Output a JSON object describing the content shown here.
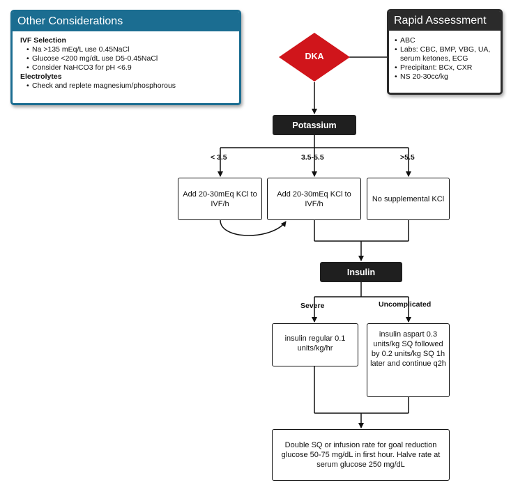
{
  "other": {
    "title": "Other Considerations",
    "sections": [
      {
        "heading": "IVF Selection",
        "items": [
          "Na >135 mEq/L use 0.45NaCl",
          "Glucose <200 mg/dL use D5-0.45NaCl",
          "Consider NaHCO3 for pH <6.9"
        ]
      },
      {
        "heading": "Electrolytes",
        "items": [
          "Check and replete magnesium/phosphorous"
        ]
      }
    ]
  },
  "rapid": {
    "title": "Rapid Assessment",
    "items": [
      "ABC",
      "Labs: CBC, BMP, VBG, UA, serum ketones, ECG",
      "Precipitant: BCx, CXR",
      "NS 20-30cc/kg"
    ]
  },
  "flow": {
    "dka": "DKA",
    "potassium": "Potassium",
    "k_low_label": "< 3.5",
    "k_mid_label": "3.5-5.5",
    "k_high_label": ">5.5",
    "k_low_action": "Add 20-30mEq KCl to IVF/h",
    "k_mid_action": "Add 20-30mEq KCl to IVF/h",
    "k_high_action": "No supplemental KCl",
    "insulin": "Insulin",
    "severe_label": "Severe",
    "uncomp_label": "Uncomplicated",
    "severe_action": "insulin regular 0.1 units/kg/hr",
    "uncomp_action": "insulin aspart 0.3 units/kg SQ followed by 0.2 units/kg SQ 1h later and continue q2h",
    "final": "Double SQ or infusion rate for goal reduction glucose 50-75 mg/dL in first hour. Halve rate at serum glucose 250 mg/dL"
  },
  "colors": {
    "other_header": "#1b6d91",
    "rapid_header": "#2b2b2b",
    "dka_diamond": "#d0151b",
    "dark_box": "#1f1f1f"
  }
}
